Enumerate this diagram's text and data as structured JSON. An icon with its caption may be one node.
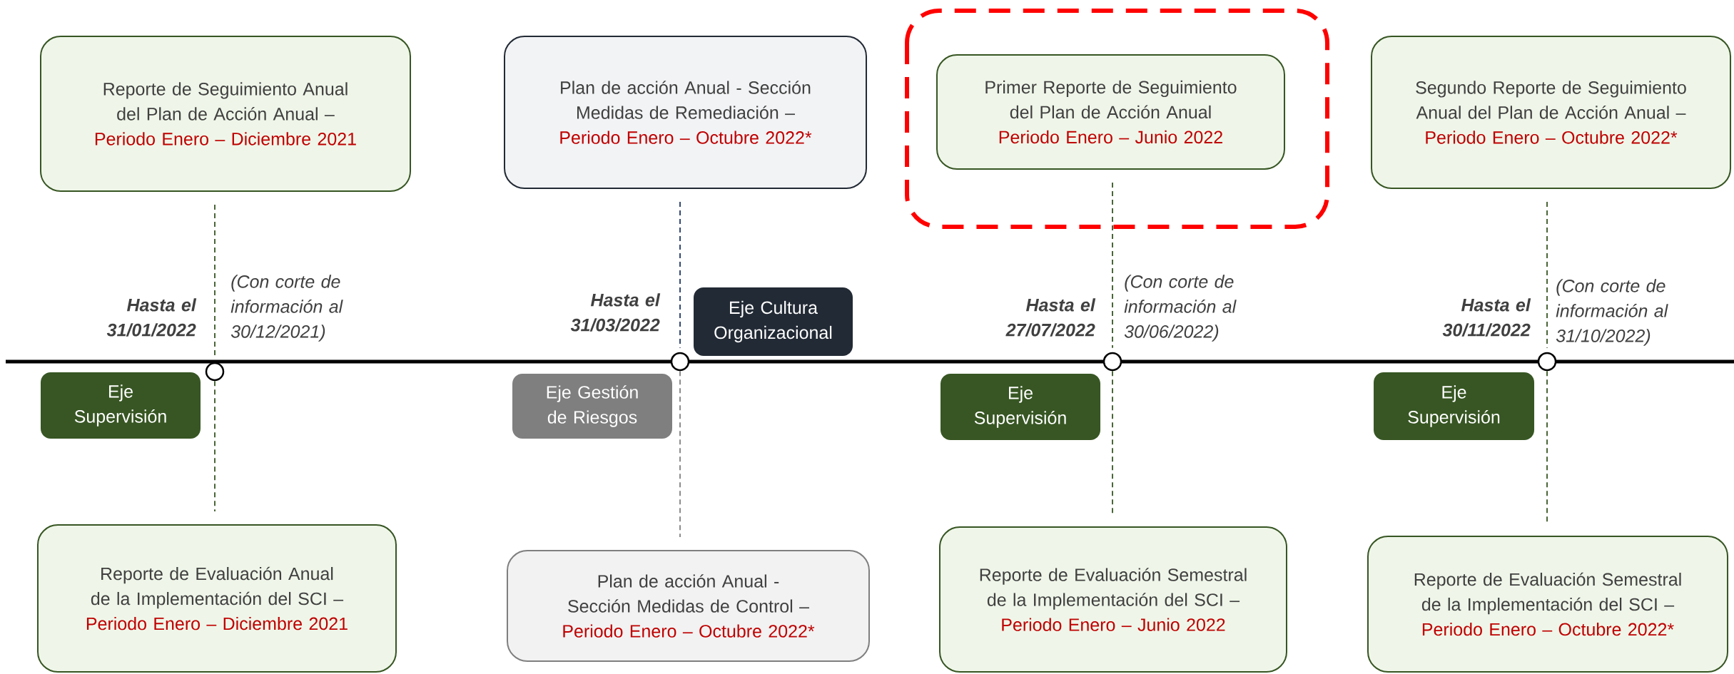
{
  "diagram": {
    "nodes": [
      {
        "text": [
          "Reporte de Seguimiento Anual del Plan de Acción Anual –",
          "Periodo Enero – Diciembre 2021"
        ]
      },
      {
        "text": [
          "Plan de acción Anual - Sección Medidas de Remediación –",
          "Periodo Enero – Octubre 2022*"
        ]
      },
      {
        "text": [
          "Primer Reporte de Seguimiento del Plan de Acción Anual",
          "Periodo Enero – Junio 2022"
        ]
      },
      {
        "text": [
          "Segundo Reporte de Seguimiento Anual del Plan de Acción Anual –",
          "Periodo Enero – Octubre 2022*"
        ]
      },
      {
        "text": [
          "Eje Cultura Organizacional"
        ]
      },
      {
        "text": [],
        "shape": "circle"
      },
      {
        "text": [],
        "shape": "circle"
      },
      {
        "text": [],
        "shape": "circle"
      },
      {
        "text": [],
        "shape": "circle"
      },
      {
        "text": [
          "Eje Supervisión"
        ]
      },
      {
        "text": [
          "Eje Gestión de Riesgos"
        ]
      },
      {
        "text": [
          "Eje Supervisión"
        ]
      },
      {
        "text": [
          "Eje Supervisión"
        ]
      },
      {
        "text": [
          "Reporte de Evaluación Anual de la Implementación del SCI –",
          "Periodo Enero – Diciembre 2021"
        ]
      },
      {
        "text": [
          "Plan de acción Anual - Sección Medidas de Control –",
          "Periodo Enero – Octubre 2022*"
        ]
      },
      {
        "text": [
          "Reporte de Evaluación Semestral de la Implementación del SCI –",
          "Periodo Enero – Junio 2022"
        ]
      },
      {
        "text": [
          "Reporte de Evaluación Semestral de la Implementación del SCI –",
          "Periodo Enero – Octubre 2022*"
        ]
      }
    ],
    "edges": [
      {
        "from": 0,
        "to": 5,
        "arrow": "none",
        "style": "dashed"
      },
      {
        "from": 5,
        "to": 13,
        "arrow": "none",
        "style": "dashed"
      },
      {
        "from": 1,
        "to": 6,
        "arrow": "none",
        "style": "dashed",
        "color": "#1f3864"
      },
      {
        "from": 6,
        "to": 14,
        "arrow": "none",
        "style": "dashed",
        "color": "#808080"
      },
      {
        "from": 2,
        "to": 7,
        "arrow": "none",
        "style": "dashed"
      },
      {
        "from": 7,
        "to": 15,
        "arrow": "none",
        "style": "dashed"
      },
      {
        "from": 3,
        "to": 8,
        "arrow": "none",
        "style": "dashed"
      },
      {
        "from": 8,
        "to": 16,
        "arrow": "none",
        "style": "dashed"
      }
    ],
    "labels": [
      "Hasta el 31/01/2022",
      "(Con corte de información al 30/12/2021)",
      "Hasta el 31/03/2022",
      "Hasta el 27/07/2022",
      "(Con corte de información al 30/06/2022)",
      "Hasta el 30/11/2022",
      "(Con corte de información al 31/10/2022)"
    ]
  }
}
